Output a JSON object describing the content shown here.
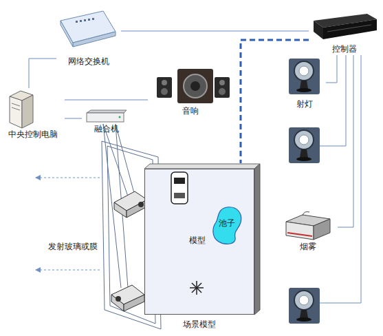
{
  "diagram": {
    "nodes": [
      {
        "text": [
          "网络交换机"
        ]
      },
      {
        "text": [
          "控制器"
        ]
      },
      {
        "text": [
          "音响"
        ]
      },
      {
        "text": [
          "射灯"
        ]
      },
      {
        "text": [
          "中央控制电脑"
        ]
      },
      {
        "text": [
          "融合机"
        ]
      },
      {
        "text": [
          "场景模型",
          "模型"
        ]
      },
      {
        "text": [
          "池子"
        ],
        "in": 6
      },
      {
        "text": [
          "烟雾"
        ]
      }
    ],
    "edges": [
      {
        "from": 0,
        "to": 4,
        "arrow": "none"
      },
      {
        "from": 0,
        "to": 1,
        "arrow": "none"
      },
      {
        "from": 4,
        "to": 2,
        "arrow": "none"
      },
      {
        "from": 4,
        "to": 5,
        "arrow": "none"
      },
      {
        "from": 1,
        "to": 3,
        "arrow": "none"
      },
      {
        "from": 1,
        "to": 8,
        "arrow": "none"
      },
      {
        "from": 1,
        "to": 6,
        "arrow": "none"
      }
    ],
    "labels": [
      "发射玻璃或膜"
    ]
  }
}
